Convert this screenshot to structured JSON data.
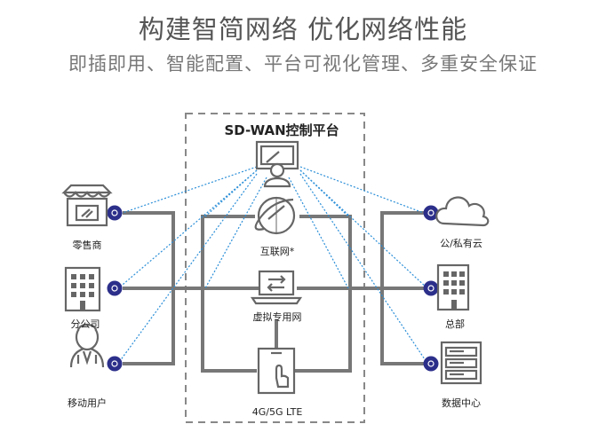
{
  "title": "构建智简网络 优化网络性能",
  "subtitle": "即插即用、智能配置、平台可视化管理、多重安全保证",
  "controller": {
    "label": "SD-WAN控制平台",
    "icon": "admin-monitor-icon"
  },
  "left_nodes": [
    {
      "label": "零售商",
      "icon": "store-icon"
    },
    {
      "label": "分公司",
      "icon": "office-building-icon"
    },
    {
      "label": "移动用户",
      "icon": "mobile-user-icon"
    }
  ],
  "right_nodes": [
    {
      "label": "公/私有云",
      "icon": "cloud-icon"
    },
    {
      "label": "总部",
      "icon": "headquarters-building-icon"
    },
    {
      "label": "数据中心",
      "icon": "server-icon"
    }
  ],
  "center_nodes": [
    {
      "label": "互联网*",
      "icon": "internet-globe-icon"
    },
    {
      "label": "虚拟专用网",
      "icon": "vpn-laptop-icon"
    },
    {
      "label": "4G/5G LTE",
      "icon": "lte-phone-icon"
    }
  ],
  "colors": {
    "hub": "#2c2f8a",
    "dashed": "#2b8fd8",
    "line": "#777777",
    "icon": "#666666",
    "border": "#888888"
  }
}
